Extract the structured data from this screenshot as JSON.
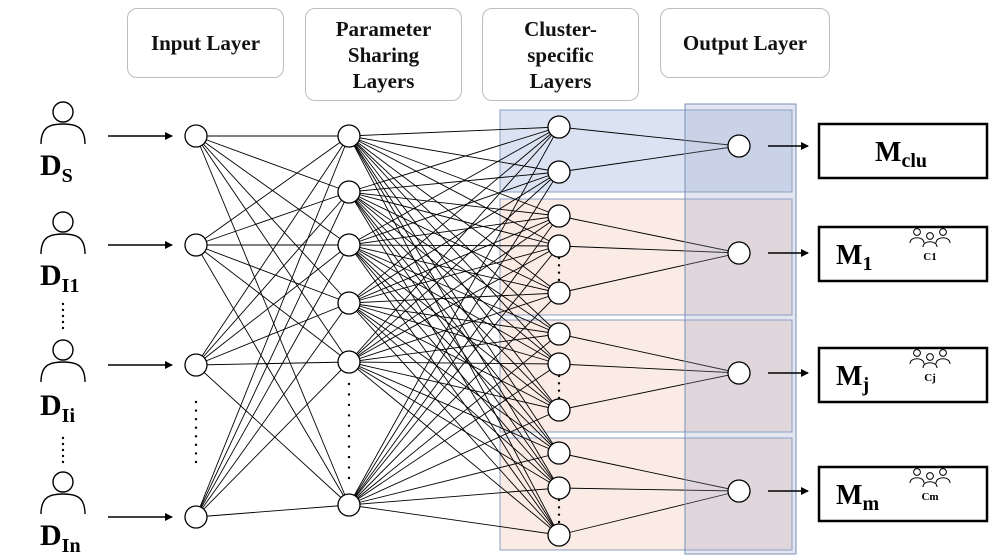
{
  "headers": {
    "input": "Input Layer",
    "sharing": "Parameter\nSharing\nLayers",
    "cluster": "Cluster-\nspecific\nLayers",
    "output": "Output Layer"
  },
  "inputs": [
    {
      "main": "D",
      "sub": "S"
    },
    {
      "main": "D",
      "sub": "I1"
    },
    {
      "main": "D",
      "sub": "Ii"
    },
    {
      "main": "D",
      "sub": "In"
    }
  ],
  "models": [
    {
      "main": "M",
      "sub": "clu",
      "group": ""
    },
    {
      "main": "M",
      "sub": "1",
      "group": "C1"
    },
    {
      "main": "M",
      "sub": "j",
      "group": "Cj"
    },
    {
      "main": "M",
      "sub": "m",
      "group": "Cm"
    }
  ],
  "colors": {
    "cluster_blue": "#dbe3f3",
    "cluster_peach": "#faebe5",
    "panel_border": "#8a9cc4",
    "output_overlay": "#9aa7c4"
  },
  "icons": [
    "person-icon",
    "arrow-icon",
    "group-icon"
  ]
}
